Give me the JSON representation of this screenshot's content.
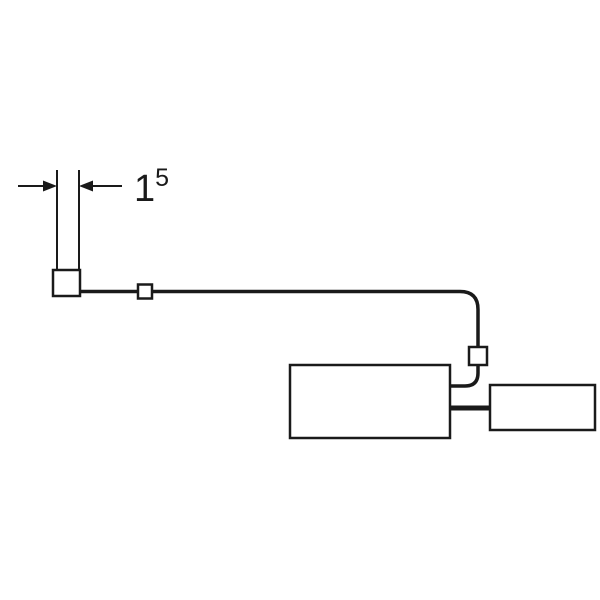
{
  "diagram": {
    "title": "cable-routing-dimension-diagram",
    "dimension": {
      "value": "1",
      "superscript": "5"
    },
    "colors": {
      "line": "#1a1a1a",
      "background": "#ffffff"
    }
  }
}
